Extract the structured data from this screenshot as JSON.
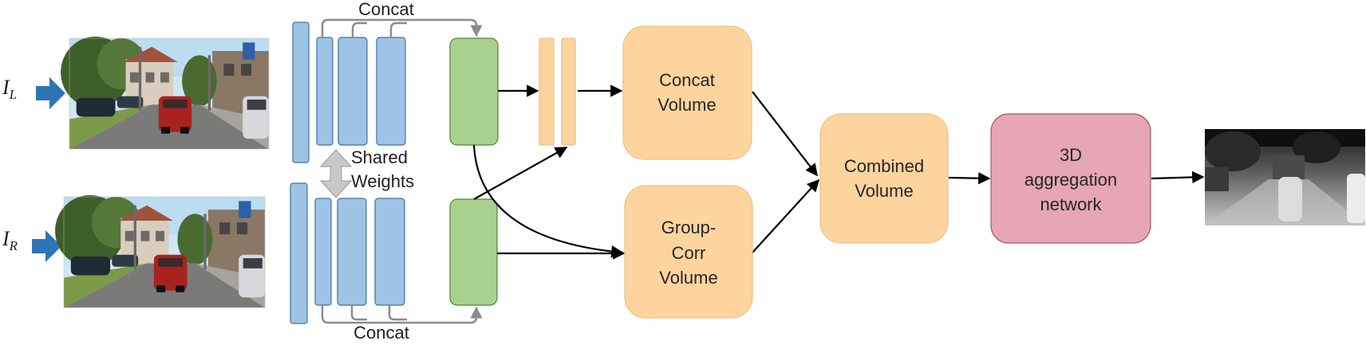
{
  "inputs": {
    "left": {
      "symbol": "I",
      "subscript": "L"
    },
    "right": {
      "symbol": "I",
      "subscript": "R"
    }
  },
  "labels": {
    "concat_top": "Concat",
    "concat_bottom": "Concat",
    "shared_line1": "Shared",
    "shared_line2": "Weights"
  },
  "nodes": {
    "concat_volume": [
      "Concat",
      "Volume"
    ],
    "group_corr_volume": [
      "Group-",
      "Corr",
      "Volume"
    ],
    "combined_volume": [
      "Combined",
      "Volume"
    ],
    "aggregation": [
      "3D",
      "aggregation",
      "network"
    ]
  },
  "colors": {
    "feature_blue": "#9dc3e6",
    "feature_blue_stroke": "#41719c",
    "green": "#a9d18e",
    "green_stroke": "#548235",
    "orange": "#fdd49e",
    "orange_stroke": "#e8b878",
    "pink": "#e6a6b5",
    "pink_stroke": "#a05a6a",
    "input_arrow": "#2e75b6",
    "skip_gray": "#8c8c8c"
  }
}
